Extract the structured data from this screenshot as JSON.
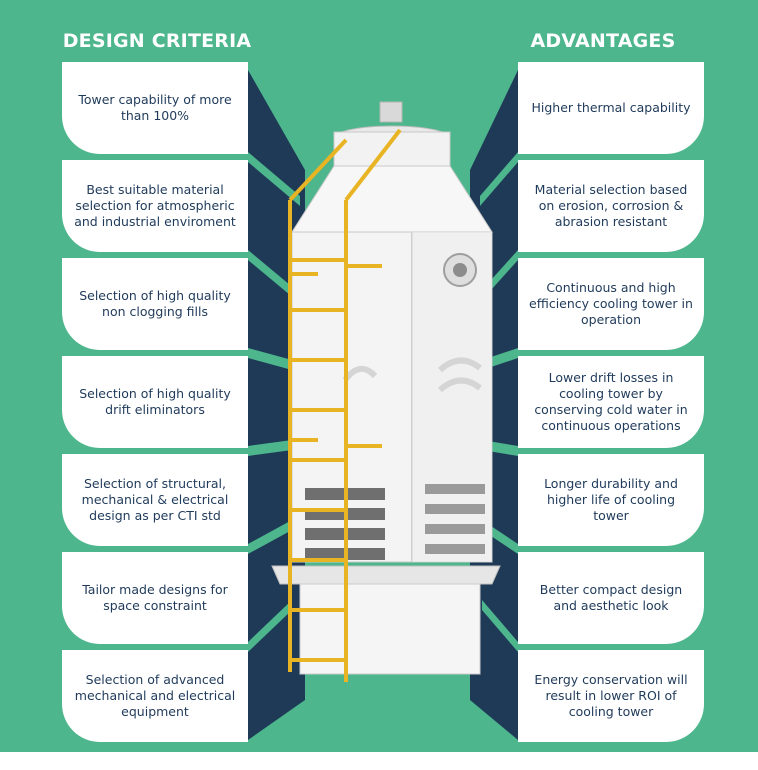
{
  "headings": {
    "design_criteria": "DESIGN CRITERIA",
    "advantages": "ADVANTAGES"
  },
  "design_criteria": [
    "Tower capability of more than 100%",
    "Best suitable material selection for atmospheric and industrial enviroment",
    "Selection of high quality non clogging fills",
    "Selection of high quality drift eliminators",
    "Selection of structural, mechanical & electrical design as per CTI std",
    "Tailor made designs for space constraint",
    "Selection of advanced mechanical and electrical equipment"
  ],
  "advantages": [
    "Higher thermal capability",
    "Material selection based on erosion, corrosion & abrasion resistant",
    "Continuous and high efficiency cooling tower in operation",
    "Lower drift losses in cooling tower by conserving cold water in continuous operations",
    "Longer durability and higher life of cooling tower",
    "Better compact design and aesthetic look",
    "Energy conservation will result in lower ROI of cooling tower"
  ],
  "colors": {
    "background": "#4db68d",
    "navy": "#1e3a57",
    "card": "#ffffff",
    "text": "#1f3a5a",
    "ladder": "#e8b424"
  },
  "image": "cooling-tower-photo"
}
